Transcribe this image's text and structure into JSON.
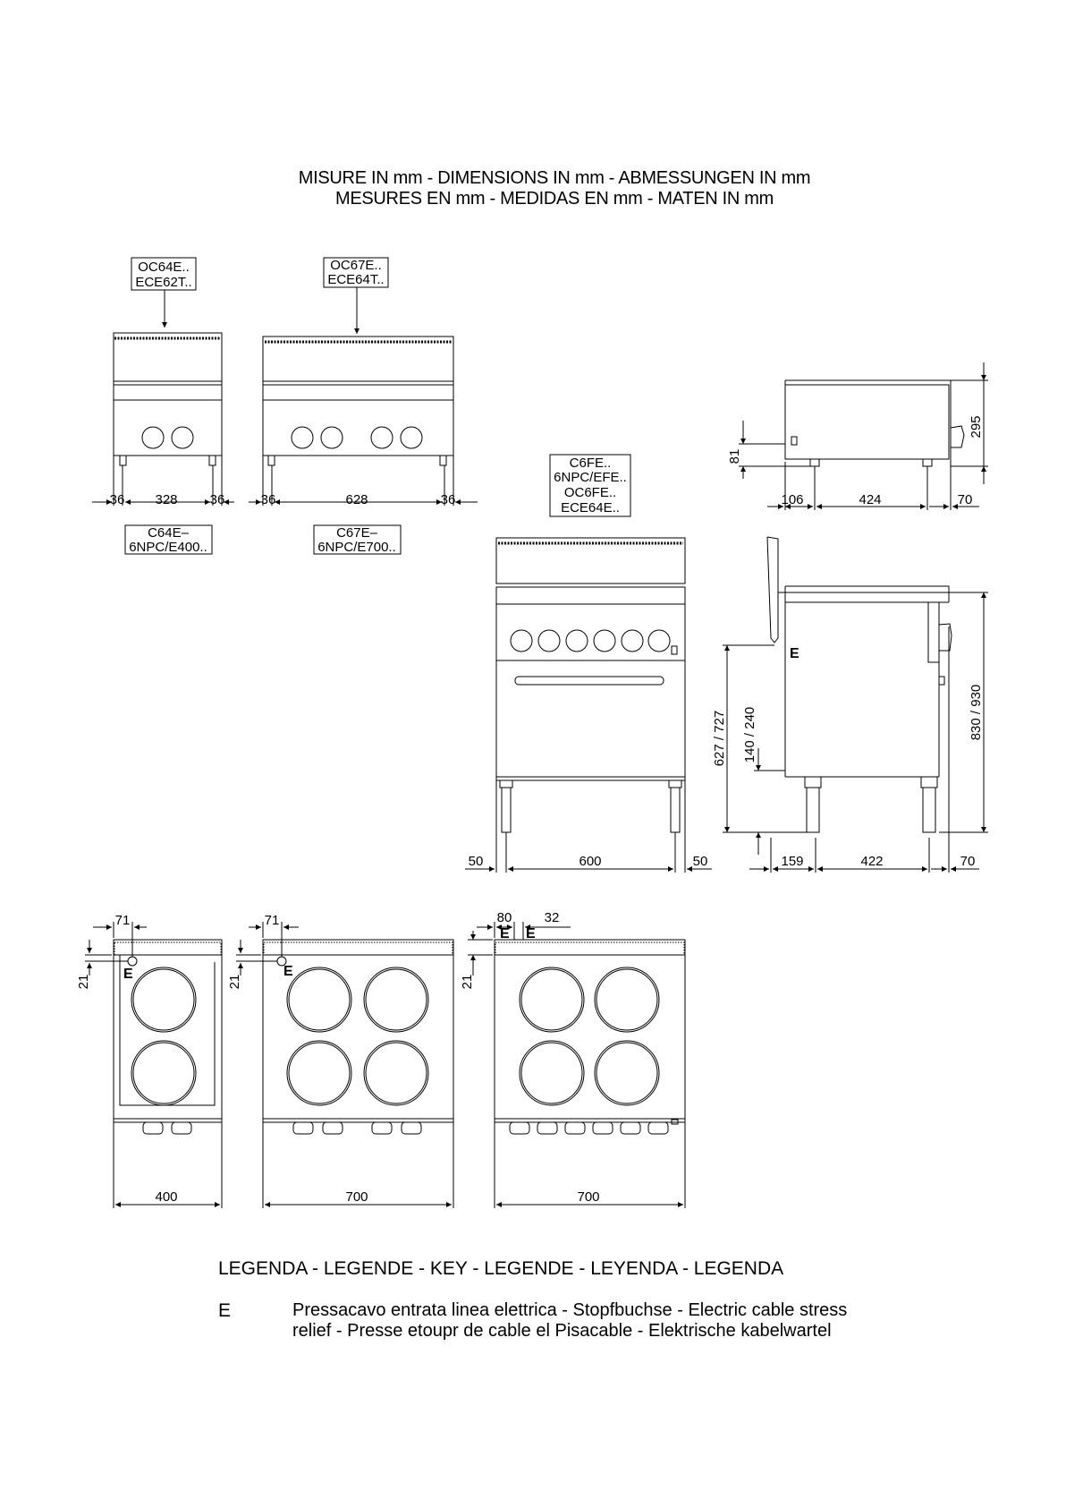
{
  "header": {
    "line1": "MISURE IN mm - DIMENSIONS IN mm - ABMESSUNGEN IN mm",
    "line2": "MESURES EN mm - MEDIDAS EN mm - MATEN IN mm"
  },
  "labels": {
    "oc64": [
      "OC64E..",
      "ECE62T.."
    ],
    "oc67": [
      "OC67E..",
      "ECE64T.."
    ],
    "c64": [
      "C64E–",
      "6NPC/E400.."
    ],
    "c67": [
      "C67E–",
      "6NPC/E700.."
    ],
    "c6fe": [
      "C6FE..",
      "6NPC/EFE..",
      "OC6FE..",
      "ECE64E.."
    ]
  },
  "dims": {
    "front_small": {
      "left": "36",
      "width": "328",
      "right": "36"
    },
    "front_large": {
      "left": "36",
      "width": "628",
      "right": "36"
    },
    "side_top": {
      "height": "295",
      "foot": "81",
      "left": "106",
      "depth": "424",
      "right": "70"
    },
    "front_oven": {
      "left": "50",
      "width": "600",
      "right": "50"
    },
    "side_oven": {
      "height": "830 / 930",
      "oven_height": "627 / 727",
      "cable_height": "140 / 240",
      "left": "159",
      "depth": "422",
      "right": "70"
    },
    "top1": {
      "offset_x": "71",
      "offset_y": "21",
      "width": "400"
    },
    "top2": {
      "offset_x": "71",
      "offset_y": "21",
      "width": "700"
    },
    "top3": {
      "offset_x": "80",
      "offset_x2": "32",
      "offset_y": "21",
      "width": "700"
    }
  },
  "markers": {
    "cable": "E"
  },
  "legend": {
    "title": "LEGENDA - LEGENDE - KEY - LEGENDE - LEYENDA - LEGENDA",
    "key": "E",
    "description": "Pressacavo entrata linea elettrica - Stopfbuchse - Electric cable stress relief - Presse etoupr de cable el Pisacable - Elektrische kabelwartel"
  }
}
